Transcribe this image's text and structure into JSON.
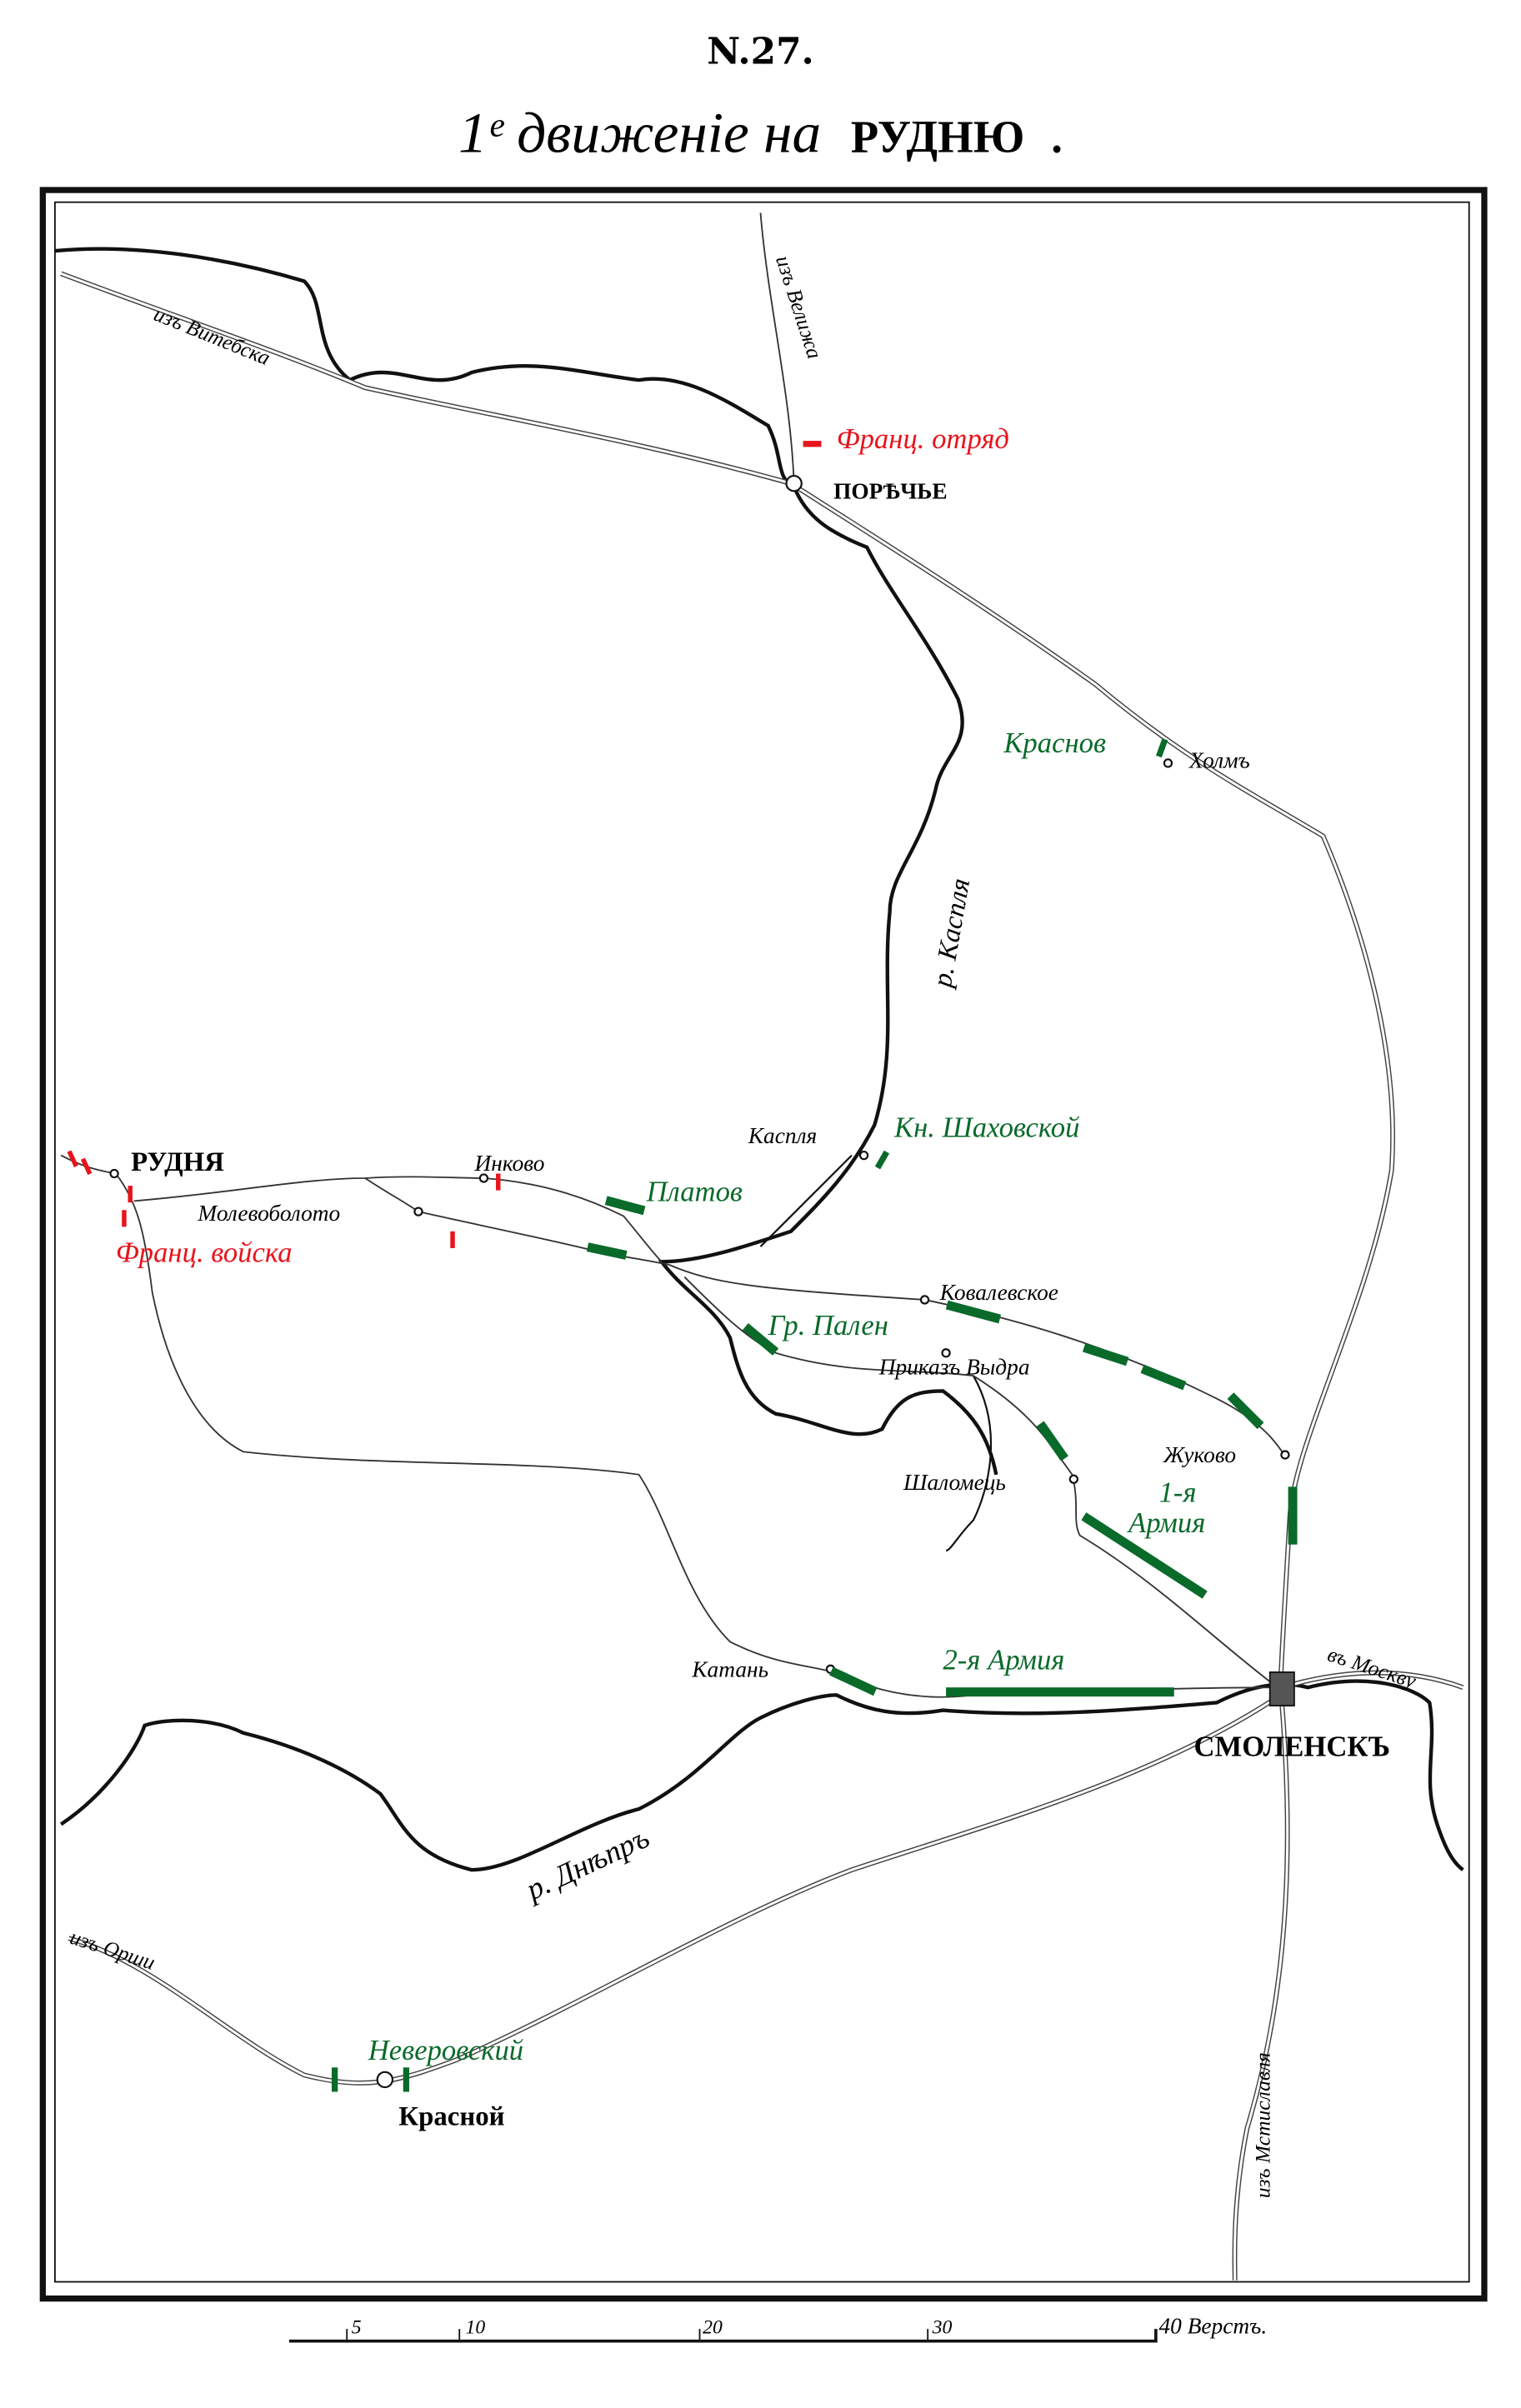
{
  "header": {
    "number": "N.27.",
    "title_script": "1ᵉ движеніе на",
    "title_bold": "РУДНЮ",
    "title_end": "."
  },
  "colors": {
    "russian": "#0a6a2a",
    "french": "#e8141c",
    "ink": "#111111"
  },
  "roads_labels": {
    "vitebsk": "изъ Витебска",
    "velizh": "изъ Велижа",
    "orsha": "изъ Орши",
    "moscow": "въ Москву",
    "mstislavl": "изъ Мстиславля"
  },
  "rivers": {
    "kasplya": "р. Каспля",
    "dnepr": "р. Днѣпръ"
  },
  "places": {
    "porechye": "ПОРѢЧЬЕ",
    "kholm": "Холмъ",
    "kasplya": "Каспля",
    "rudnya": "РУДНЯ",
    "inkovo": "Инково",
    "molevo": "Молевоболото",
    "kovalevskoe": "Ковалевское",
    "vydra": "Приказъ Выдра",
    "zhukovo": "Жуково",
    "shalomets": "Шаломець",
    "katan": "Катань",
    "smolensk": "СМОЛЕНСКЪ",
    "krasnoy": "Красной"
  },
  "units": {
    "fr_detachment": "Франц. отряд",
    "fr_troops": "Франц. войска",
    "krasnov": "Краснов",
    "shakhovskoy": "Кн. Шаховской",
    "platov": "Платов",
    "palen": "Гр. Пален",
    "army1_a": "1-я",
    "army1_b": "Армия",
    "army2": "2-я Армия",
    "neverovsky": "Неверовский"
  },
  "scale": {
    "ticks": [
      "5",
      "10",
      "20",
      "30"
    ],
    "last": "40 Верстъ."
  }
}
